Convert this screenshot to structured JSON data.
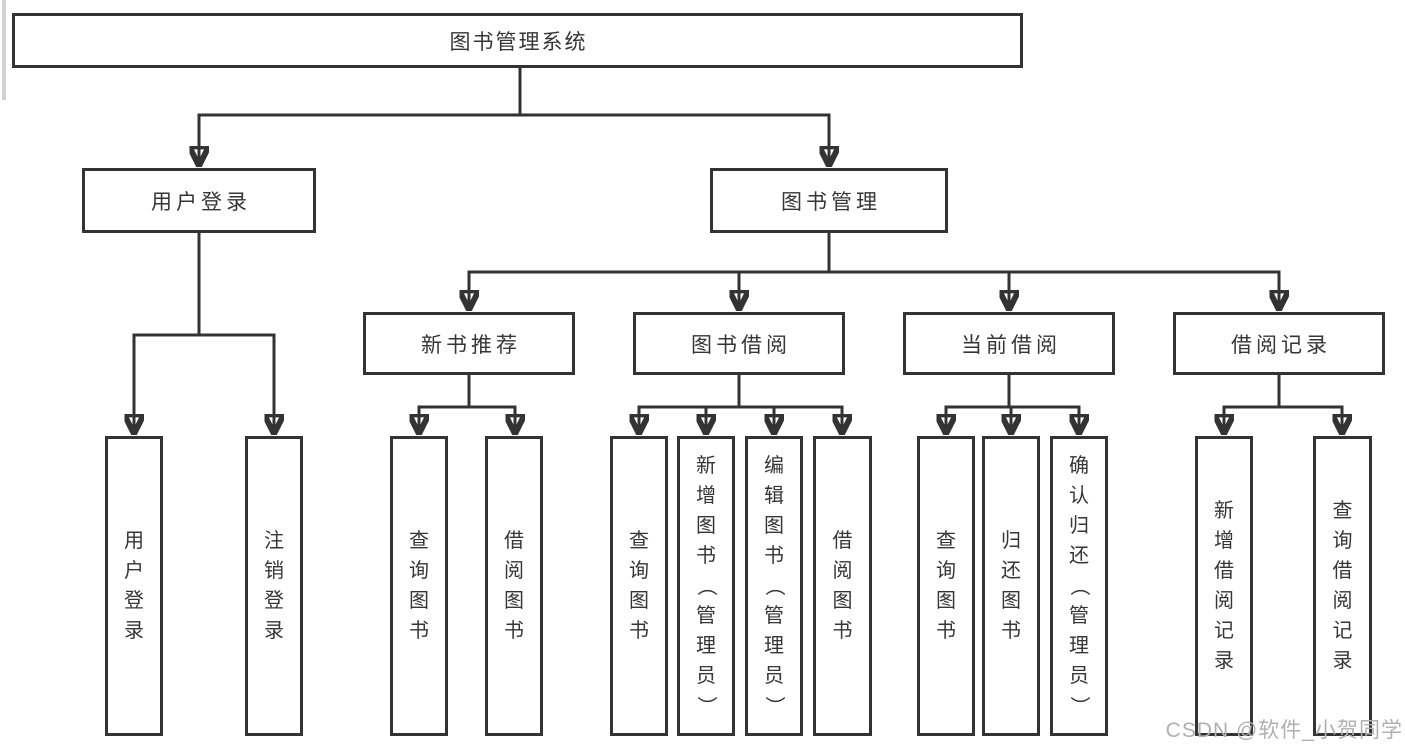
{
  "tree": {
    "root": {
      "label": "图书管理系统",
      "children": [
        {
          "label": "用户登录",
          "children": [
            {
              "label": "用户登录"
            },
            {
              "label": "注销登录"
            }
          ]
        },
        {
          "label": "图书管理",
          "children": [
            {
              "label": "新书推荐",
              "children": [
                {
                  "label": "查询图书"
                },
                {
                  "label": "借阅图书"
                }
              ]
            },
            {
              "label": "图书借阅",
              "children": [
                {
                  "label": "查询图书"
                },
                {
                  "label": "新增图书（管理员）"
                },
                {
                  "label": "编辑图书（管理员）"
                },
                {
                  "label": "借阅图书"
                }
              ]
            },
            {
              "label": "当前借阅",
              "children": [
                {
                  "label": "查询图书"
                },
                {
                  "label": "归还图书"
                },
                {
                  "label": "确认归还（管理员）"
                }
              ]
            },
            {
              "label": "借阅记录",
              "children": [
                {
                  "label": "新增借阅记录"
                },
                {
                  "label": "查询借阅记录"
                }
              ]
            }
          ]
        }
      ]
    }
  },
  "watermark": "CSDN @软件_小贺同学",
  "colors": {
    "line": "#333333",
    "text": "#363636",
    "watermark": "#b0b0b0",
    "background": "#ffffff"
  }
}
